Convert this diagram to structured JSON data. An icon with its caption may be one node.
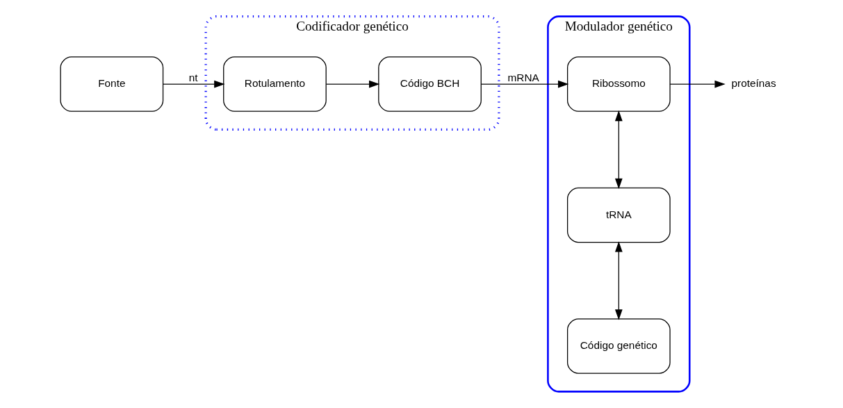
{
  "diagram": {
    "nodes": [
      {
        "text": [
          "Fonte"
        ]
      },
      {
        "text": [
          "Codificador genético"
        ]
      },
      {
        "text": [
          "Rotulamento"
        ],
        "in": 1
      },
      {
        "text": [
          "Código BCH"
        ],
        "in": 1
      },
      {
        "text": [
          "Modulador genético"
        ]
      },
      {
        "text": [
          "Código genético"
        ],
        "in": 4
      },
      {
        "text": [
          "tRNA"
        ],
        "in": 4
      },
      {
        "text": [
          "Ribossomo"
        ],
        "in": 4
      },
      {
        "text": [
          "proteínas"
        ]
      }
    ],
    "edges": [
      {
        "from": 0,
        "to": 2,
        "arrow": "to",
        "label": "nt"
      },
      {
        "from": 2,
        "to": 3,
        "arrow": "to"
      },
      {
        "from": 3,
        "to": 7,
        "arrow": "to",
        "label": "mRNA"
      },
      {
        "from": 5,
        "to": 6,
        "arrow": "both"
      },
      {
        "from": 6,
        "to": 7,
        "arrow": "both"
      },
      {
        "from": 7,
        "to": 8,
        "arrow": "to"
      }
    ]
  }
}
